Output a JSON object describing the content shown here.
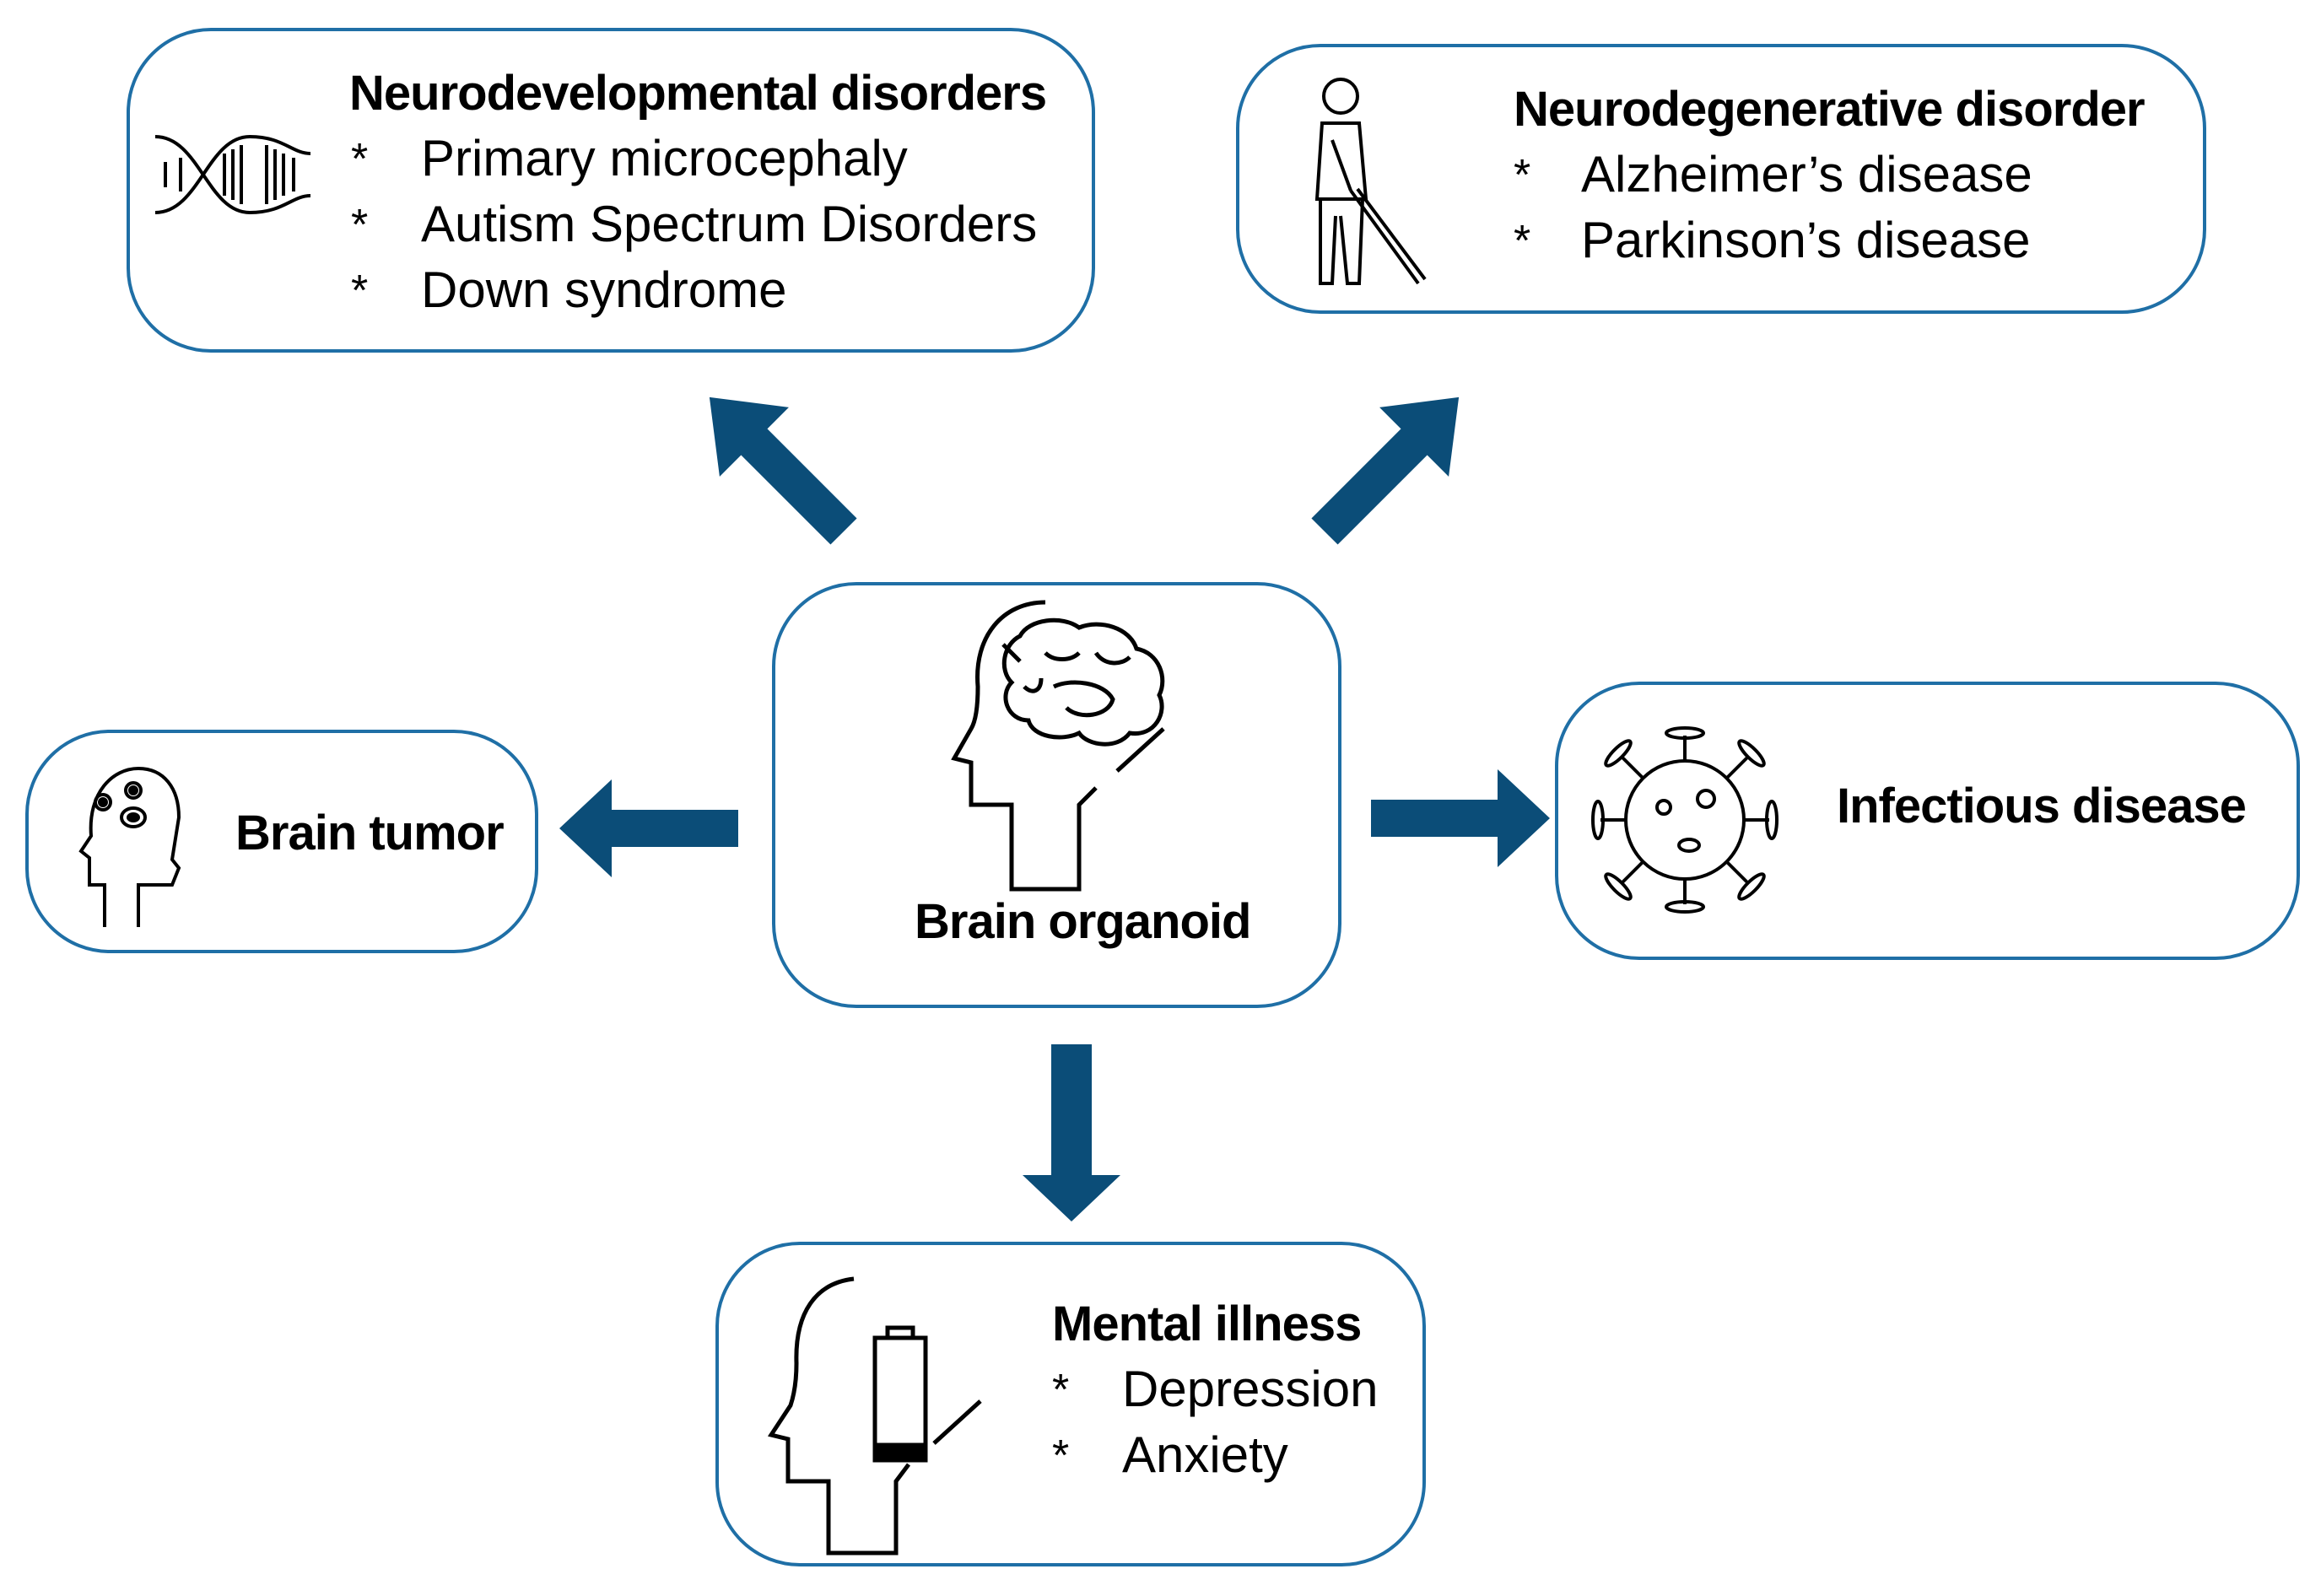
{
  "center": {
    "label": "Brain organoid",
    "icon": "brain-head-icon"
  },
  "nodes": {
    "neurodevelopmental": {
      "title": "Neurodevelopmental disorders",
      "icon": "dna-icon",
      "items": [
        "Primary microcephaly",
        "Autism Spectrum Disorders",
        "Down syndrome"
      ]
    },
    "neurodegenerative": {
      "title": "Neurodegenerative disorder",
      "icon": "person-with-cane-icon",
      "items": [
        "Alzheimer’s disease",
        "Parkinson’s disease"
      ]
    },
    "brain_tumor": {
      "title": "Brain tumor",
      "icon": "head-tumor-icon"
    },
    "infectious": {
      "title": "Infectious disease",
      "icon": "virus-icon"
    },
    "mental": {
      "title": "Mental illness",
      "icon": "head-low-battery-icon",
      "items": [
        "Depression",
        "Anxiety"
      ]
    }
  },
  "bullet": "*",
  "colors": {
    "border": "#1f6fa6",
    "arrow": "#0b4d78",
    "text": "#000000"
  }
}
